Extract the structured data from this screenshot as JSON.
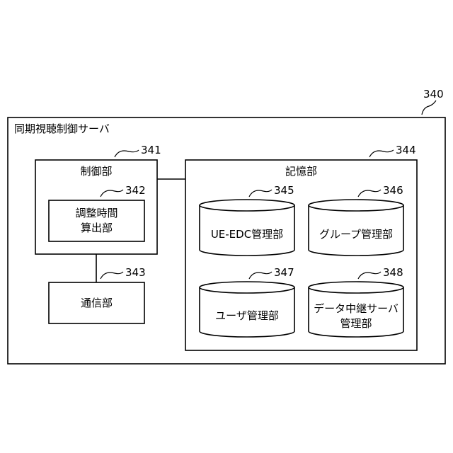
{
  "diagram": {
    "ref_numbers": {
      "server": "340",
      "control_unit": "341",
      "calc_unit": "342",
      "comm_unit": "343",
      "storage_unit": "344",
      "db_ue_edc": "345",
      "db_group": "346",
      "db_user": "347",
      "db_relay": "348"
    },
    "server_title": "同期視聴制御サーバ",
    "control_unit_label": "制御部",
    "calc_unit_label_line1": "調整時間",
    "calc_unit_label_line2": "算出部",
    "comm_unit_label": "通信部",
    "storage_unit_label": "記憶部",
    "db_ue_edc_label": "UE-EDC管理部",
    "db_group_label": "グループ管理部",
    "db_user_label": "ユーザ管理部",
    "db_relay_label_line1": "データ中継サーバ",
    "db_relay_label_line2": "管理部"
  }
}
